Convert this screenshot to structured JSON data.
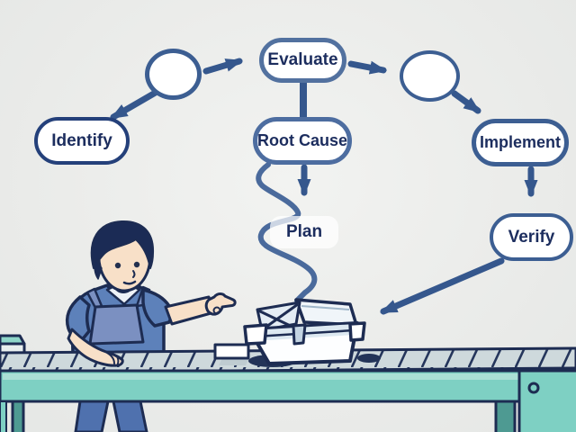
{
  "diagram": {
    "labels": {
      "identify": "Identify",
      "evaluate": "Evaluate",
      "root_cause": "Root Cause",
      "implement": "Implement",
      "verify": "Verify",
      "plan": "Plan"
    },
    "nodes": [
      {
        "id": "stage-circle-1",
        "label": ""
      },
      {
        "id": "evaluate",
        "label": "Evaluate"
      },
      {
        "id": "stage-circle-2",
        "label": ""
      },
      {
        "id": "identify",
        "label": "Identify"
      },
      {
        "id": "root-cause",
        "label": "Root Cause"
      },
      {
        "id": "implement",
        "label": "Implement"
      },
      {
        "id": "plan",
        "label": "Plan"
      },
      {
        "id": "verify",
        "label": "Verify"
      }
    ],
    "edges": [
      {
        "from": "stage-circle-1",
        "to": "identify",
        "style": "arrow"
      },
      {
        "from": "stage-circle-1",
        "to": "evaluate",
        "style": "arrow"
      },
      {
        "from": "evaluate",
        "to": "stage-circle-2",
        "style": "arrow"
      },
      {
        "from": "evaluate",
        "to": "root-cause",
        "style": "line"
      },
      {
        "from": "stage-circle-2",
        "to": "implement",
        "style": "arrow"
      },
      {
        "from": "root-cause",
        "to": "plan",
        "style": "arrow"
      },
      {
        "from": "root-cause",
        "to": "carton-box",
        "style": "squiggle"
      },
      {
        "from": "implement",
        "to": "verify",
        "style": "arrow"
      },
      {
        "from": "verify",
        "to": "carton-box",
        "style": "arrow"
      }
    ]
  },
  "scene": {
    "elements": [
      "factory-worker-pointing",
      "conveyor-belt",
      "open-carton-box",
      "paper-card"
    ]
  },
  "palette": {
    "background": "#ebecea",
    "node_fill": "#ffffff",
    "node_border_dark": "#24407a",
    "node_border": "#4d6da0",
    "node_text": "#1c2d5e",
    "arrow": "#35578d",
    "squiggle": "#4a6a9c",
    "outline_navy": "#1d2c52",
    "belt_surface": "#ced9dc",
    "conveyor_teal": "#7ed0c3",
    "conveyor_teal_light": "#aadfd5",
    "conveyor_leg_dark": "#4e9a92",
    "skin": "#f8e0c8",
    "hair": "#1b2b55",
    "shirt": "#5d81ba",
    "apron": "#7b90c1",
    "pants": "#4f71ae",
    "carton": "#fdfeff",
    "carton_shade": "#dde9f1",
    "shadow": "#233458"
  }
}
